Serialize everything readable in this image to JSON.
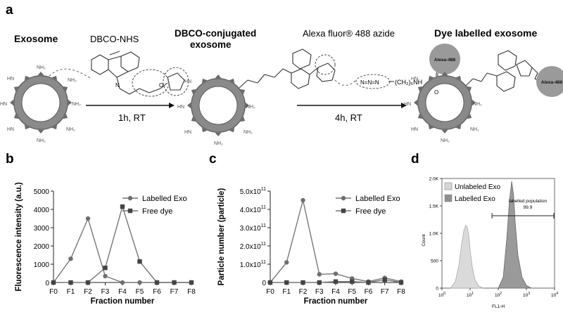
{
  "panel_a": {
    "letter": "a",
    "labels": {
      "exosome": "Exosome",
      "dbco_nhs": "DBCO-NHS",
      "dbco_conj_1": "DBCO-conjugated",
      "dbco_conj_2": "exosome",
      "alexa_azide": "Alexa fluor® 488 azide",
      "dye_labelled": "Dye labelled exosome",
      "step1": "1h, RT",
      "step2": "4h, RT",
      "alexa_badge": "Alexa-488",
      "azide_group": "N=N=N",
      "linker": "(CH₂)₆NH",
      "carbonyl_o": "O",
      "nh2": "NH₂",
      "hn": "HN",
      "n_atom": "N",
      "o_atom": "O"
    }
  },
  "panel_b": {
    "letter": "b",
    "chart_data": {
      "type": "line",
      "categories": [
        "F0",
        "F1",
        "F2",
        "F3",
        "F4",
        "F5",
        "F6",
        "F7",
        "F8"
      ],
      "xlabel": "Fraction number",
      "ylabel": "Fluorescence intensity (a.u.)",
      "ylim": [
        0,
        5000
      ],
      "yticks": [
        0,
        1000,
        2000,
        3000,
        4000,
        5000
      ],
      "ytick_labels": [
        "0",
        "1000",
        "2000",
        "3000",
        "4000",
        "5000"
      ],
      "legend_position": "top-right",
      "series": [
        {
          "name": "Labelled Exo",
          "marker": "circle",
          "values": [
            0,
            1300,
            3500,
            350,
            0,
            0,
            0,
            0,
            0
          ]
        },
        {
          "name": "Free dye",
          "marker": "square",
          "values": [
            0,
            0,
            0,
            800,
            4150,
            1150,
            0,
            0,
            0
          ]
        }
      ]
    }
  },
  "panel_c": {
    "letter": "c",
    "chart_data": {
      "type": "line",
      "categories": [
        "F0",
        "F1",
        "F2",
        "F3",
        "F4",
        "F5",
        "F6",
        "F7",
        "F8"
      ],
      "xlabel": "Fraction number",
      "ylabel": "Particle number (particle)",
      "ylim": [
        0,
        500000000000
      ],
      "yticks": [
        0,
        100000000000,
        200000000000,
        300000000000,
        400000000000,
        500000000000
      ],
      "ytick_mantissa": [
        "0",
        "1.0x10",
        "2.0x10",
        "3.0x10",
        "4.0x10",
        "5.0x10"
      ],
      "ytick_exponent": [
        "",
        "11",
        "11",
        "11",
        "11",
        "11"
      ],
      "legend_position": "top-right",
      "series": [
        {
          "name": "Labelled Exo",
          "marker": "circle",
          "values": [
            0,
            110000000000,
            450000000000,
            45000000000,
            48000000000,
            22000000000,
            5000000000,
            25000000000,
            5000000000
          ]
        },
        {
          "name": "Free dye",
          "marker": "square",
          "values": [
            0,
            0,
            0,
            0,
            5000000000,
            5000000000,
            0,
            15000000000,
            0
          ]
        }
      ]
    }
  },
  "panel_d": {
    "letter": "d",
    "chart_data": {
      "type": "area",
      "xlabel": "FL1-H",
      "ylabel": "Count",
      "xscale": "log",
      "xlim": [
        1,
        10000
      ],
      "xtick_mantissa": [
        "10",
        "10",
        "10",
        "10",
        "10"
      ],
      "xtick_exponent": [
        "0",
        "1",
        "2",
        "3",
        "4"
      ],
      "ylim": [
        0,
        2000
      ],
      "yticks": [
        0,
        500,
        1000,
        1500,
        2000
      ],
      "ytick_labels": [
        "0",
        "500",
        "1.0K",
        "1.5K",
        "2.0K"
      ],
      "legend_position": "top-left",
      "gate_label_1": "labelled population",
      "gate_value": "99.9",
      "gate_range": [
        60,
        10000
      ],
      "series": [
        {
          "name": "Unlabeled Exo",
          "color": "#d6d6d6",
          "x": [
            2,
            3,
            4,
            5,
            6,
            7,
            8,
            9,
            10,
            12,
            15,
            20,
            30
          ],
          "y": [
            0,
            120,
            420,
            800,
            1050,
            1150,
            1100,
            950,
            700,
            380,
            150,
            40,
            0
          ]
        },
        {
          "name": "Labelled Exo",
          "color": "#8f8f8f",
          "x": [
            100,
            150,
            200,
            250,
            300,
            350,
            400,
            500,
            700,
            1000,
            1500
          ],
          "y": [
            0,
            200,
            900,
            1600,
            1950,
            1700,
            1200,
            600,
            200,
            50,
            0
          ]
        }
      ]
    }
  },
  "colors": {
    "series_line": "#777777",
    "series_marker": "#6f6f6f",
    "square_marker": "#444444",
    "exo_ring": "#8a8a8a",
    "exo_spike": "#6a6a6a",
    "alexa_fill": "#9a9a9a"
  }
}
